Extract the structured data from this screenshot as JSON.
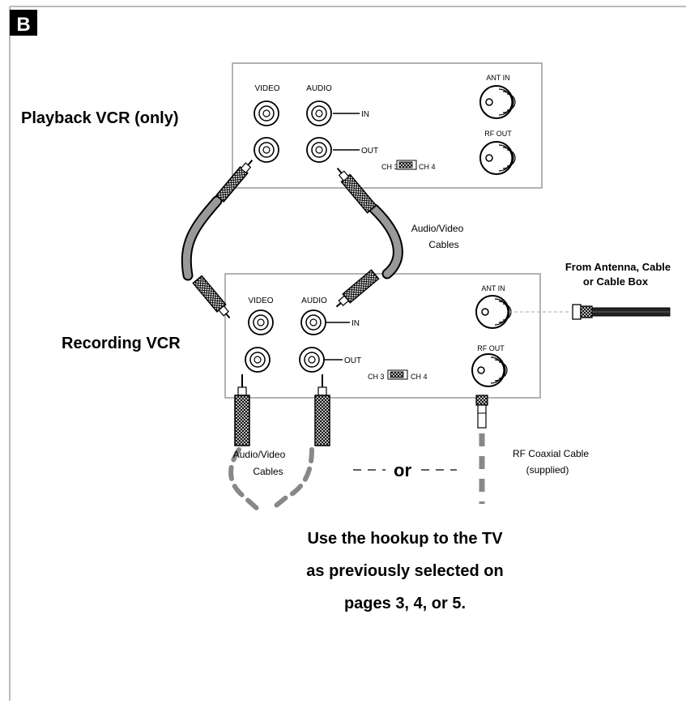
{
  "section_letter": "B",
  "playback_vcr": {
    "title": "Playback VCR (only)",
    "video_label": "VIDEO",
    "audio_label": "AUDIO",
    "in_label": "IN",
    "out_label": "OUT",
    "ch3_label": "CH 3",
    "ch4_label": "CH 4",
    "ant_in_label": "ANT IN",
    "rf_out_label": "RF OUT"
  },
  "recording_vcr": {
    "title": "Recording VCR",
    "video_label": "VIDEO",
    "audio_label": "AUDIO",
    "in_label": "IN",
    "out_label": "OUT",
    "ch3_label": "CH 3",
    "ch4_label": "CH 4",
    "ant_in_label": "ANT IN",
    "rf_out_label": "RF OUT"
  },
  "av_cables_upper": {
    "line1": "Audio/Video",
    "line2": "Cables"
  },
  "av_cables_lower": {
    "line1": "Audio/Video",
    "line2": "Cables"
  },
  "antenna_source": {
    "line1": "From Antenna, Cable",
    "line2": "or Cable Box"
  },
  "rf_cable": {
    "line1": "RF Coaxial Cable",
    "line2": "(supplied)"
  },
  "or_label": "or",
  "bottom_note": {
    "line1": "Use the hookup to the TV",
    "line2": "as previously selected on",
    "line3": "pages 3, 4, or 5."
  }
}
